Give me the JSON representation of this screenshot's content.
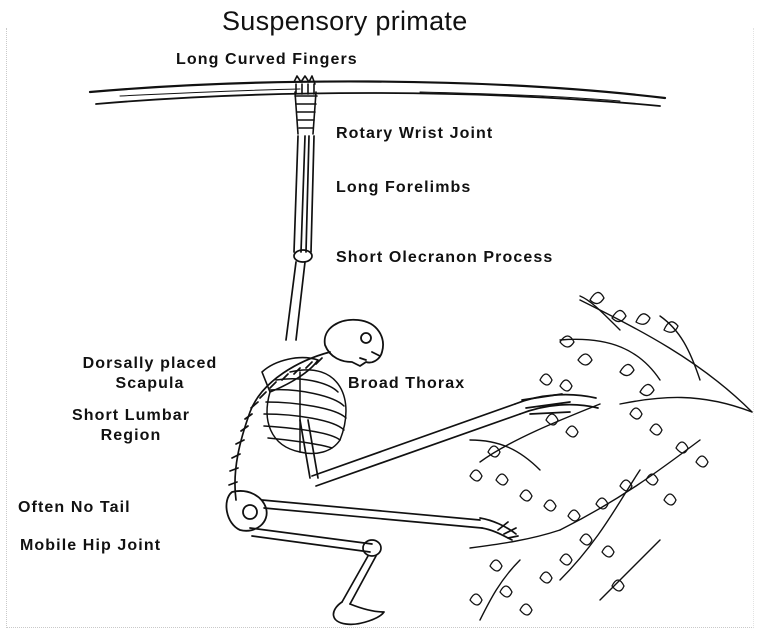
{
  "diagram": {
    "title": "Suspensory primate",
    "labels": {
      "long_curved_fingers": "Long Curved Fingers",
      "rotary_wrist_joint": "Rotary Wrist Joint",
      "long_forelimbs": "Long Forelimbs",
      "short_olecranon_process": "Short Olecranon Process",
      "dorsally_placed_scapula": [
        "Dorsally placed",
        "Scapula"
      ],
      "broad_thorax": "Broad Thorax",
      "short_lumbar_region": [
        "Short Lumbar",
        "Region"
      ],
      "often_no_tail": "Often No Tail",
      "mobile_hip_joint": "Mobile Hip Joint"
    }
  }
}
